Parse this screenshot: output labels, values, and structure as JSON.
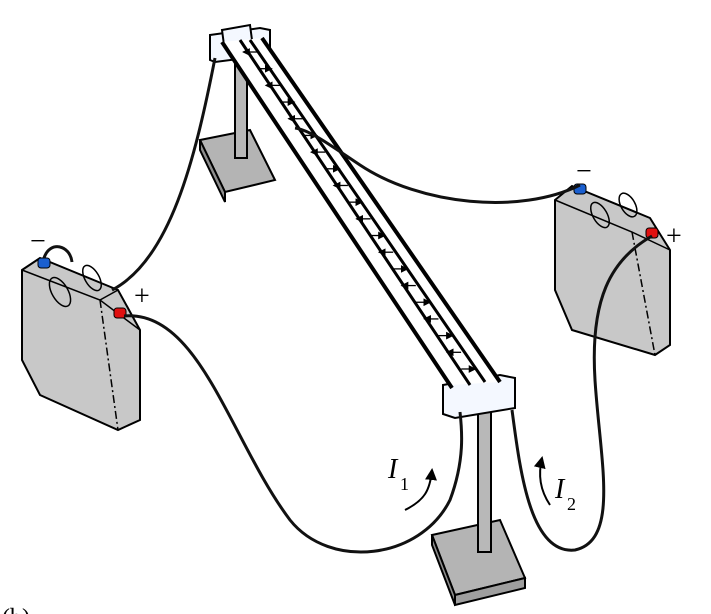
{
  "figure": {
    "panel_label": "(b)",
    "left_battery": {
      "negative_sign": "−",
      "positive_sign": "+"
    },
    "right_battery": {
      "negative_sign": "−",
      "positive_sign": "+"
    },
    "current_1": {
      "symbol": "I",
      "subscript": "1"
    },
    "current_2": {
      "symbol": "I",
      "subscript": "2"
    },
    "colors": {
      "battery": "#c8c8c8",
      "stand": "#b4b4b4",
      "clamp": "#f4f8ff",
      "negative_terminal": "#1a5fd0",
      "positive_terminal": "#e01010",
      "wire": "#111111"
    }
  }
}
